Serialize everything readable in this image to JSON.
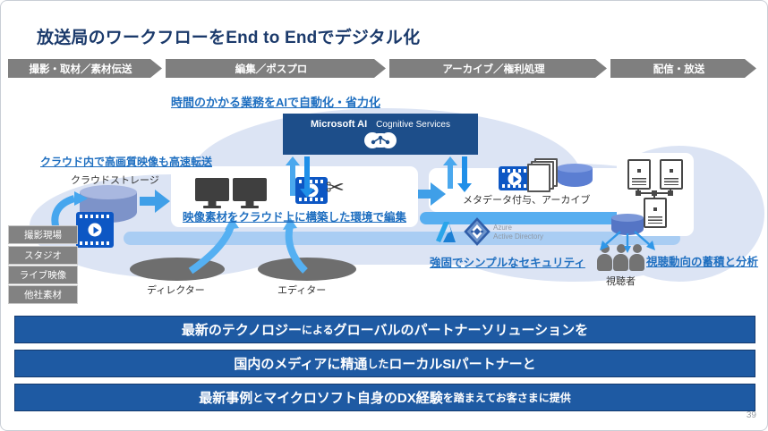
{
  "title": "放送局のワークフローをEnd to Endでデジタル化",
  "page_number": "39",
  "phases": [
    "撮影・取材／素材伝送",
    "編集／ポスプロ",
    "アーカイブ／権利処理",
    "配信・放送"
  ],
  "callouts": {
    "ai_automation": "時間のかかる業務をAIで自動化・省力化",
    "fast_transfer": "クラウド内で高画質映像も高速転送",
    "cloud_editing": "映像素材をクラウド上に構築した環境で編集",
    "security": "強固でシンプルなセキュリティ",
    "analytics": "視聴動向の蓄積と分析"
  },
  "labels": {
    "cloud_storage": "クラウドストレージ",
    "metadata_archive": "メタデータ付与、アーカイブ",
    "director": "ディレクター",
    "editor": "エディター",
    "viewers": "視聴者"
  },
  "sources": [
    "撮影現場",
    "スタジオ",
    "ライブ映像",
    "他社素材"
  ],
  "ms_ai": {
    "brand": "Microsoft AI",
    "service": "Cognitive Services"
  },
  "azure_ad": {
    "name_line1": "Azure",
    "name_line2": "Active Directory"
  },
  "icons": {
    "scissors": "✂"
  },
  "bottom_bars": [
    {
      "segments": [
        {
          "text": "最新のテクノロジー",
          "em": true
        },
        {
          "text": "による",
          "em": false
        },
        {
          "text": "グローバルのパートナーソリューションを",
          "em": true
        }
      ]
    },
    {
      "segments": [
        {
          "text": "国内のメディアに精通",
          "em": true
        },
        {
          "text": "した",
          "em": false
        },
        {
          "text": "ローカルSIパートナーと",
          "em": true
        }
      ]
    },
    {
      "segments": [
        {
          "text": "最新事例",
          "em": true
        },
        {
          "text": "と",
          "em": false
        },
        {
          "text": "マイクロソフト自身のDX経験",
          "em": true
        },
        {
          "text": "を踏まえてお客さまに提供",
          "em": false
        }
      ]
    }
  ],
  "colors": {
    "title_navy": "#1b3a6b",
    "link_blue": "#1f6fc0",
    "ai_box_blue": "#1d4e8a",
    "bar_blue": "#1e5aa3",
    "chevron_gray": "#7f7f7f",
    "cloud_fill": "#dce4f4",
    "arrow_blue": "#46a6ee"
  }
}
